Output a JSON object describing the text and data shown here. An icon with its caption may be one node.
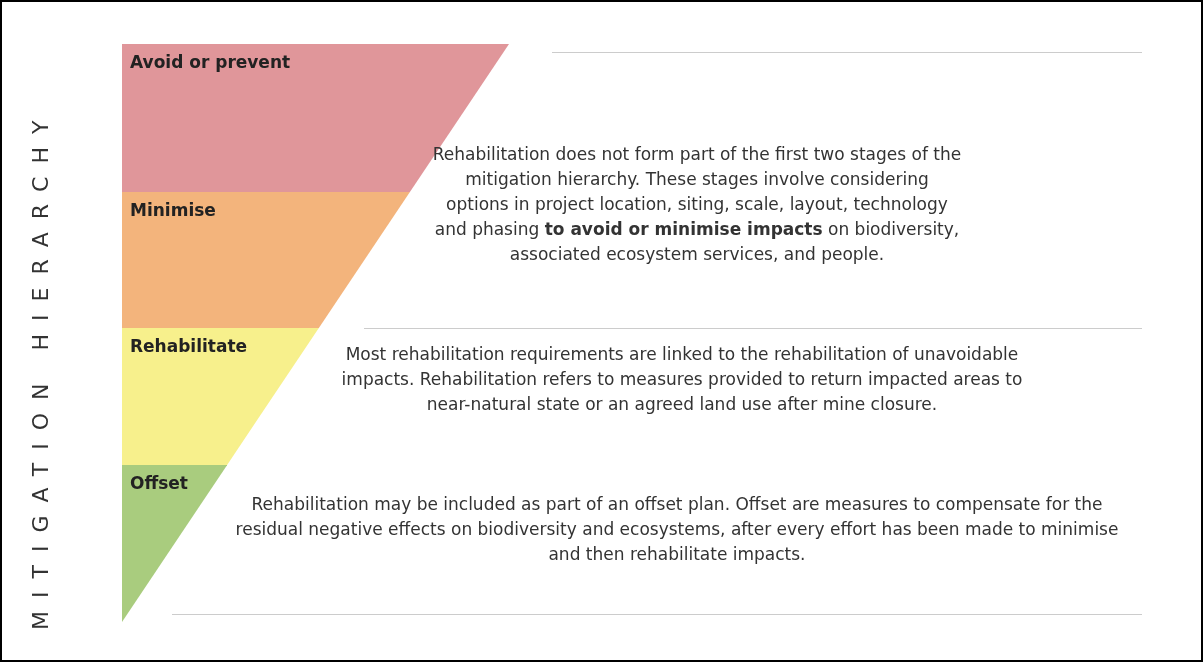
{
  "diagram": {
    "nodes": [
      {
        "text": [
          "Avoid or prevent"
        ]
      },
      {
        "text": [
          "Minimise"
        ]
      },
      {
        "text": [
          "Rehabilitate"
        ]
      },
      {
        "text": [
          "Offset"
        ]
      }
    ],
    "labels": [
      "MITIGATION HIERARCHY",
      "Rehabilitation does not form part of the first two stages of the mitigation hierarchy. These stages involve considering options in project location, siting, scale, layout, technology and phasing **to avoid or minimise impacts** on biodiversity, associated ecosystem services, and people.",
      "Most rehabilitation requirements are linked to the rehabilitation of unavoidable impacts. Rehabilitation refers to measures provided to return impacted areas to near-natural state or an agreed land use after mine closure.",
      "Rehabilitation may be included as part of an offset plan. Offset are measures to compensate for the residual negative effects on biodiversity and ecosystems, after every effort has been made to minimise and then rehabilitate impacts."
    ]
  }
}
